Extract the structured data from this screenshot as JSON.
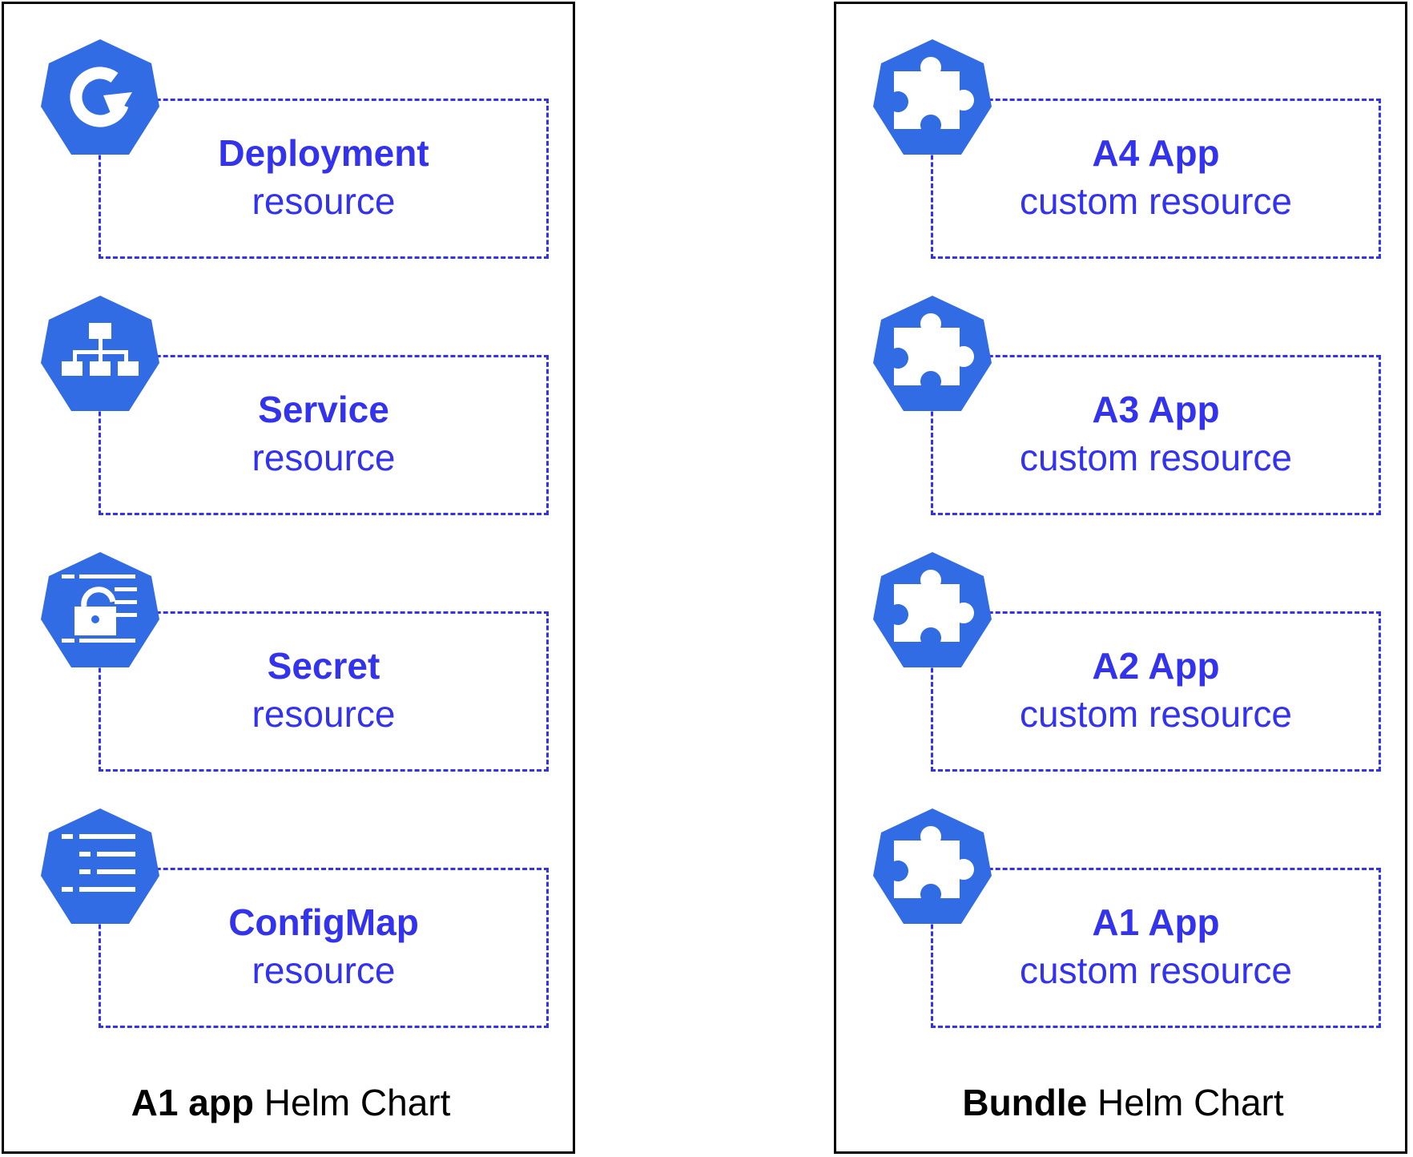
{
  "colors": {
    "accent": "#3333ee",
    "icon_blue": "#326ce5",
    "border": "#000000"
  },
  "left_panel": {
    "title_bold": "A1 app",
    "title_rest": " Helm Chart",
    "items": [
      {
        "icon": "deployment-icon",
        "name": "Deployment",
        "kind": "resource"
      },
      {
        "icon": "service-icon",
        "name": "Service",
        "kind": "resource"
      },
      {
        "icon": "secret-icon",
        "name": "Secret",
        "kind": "resource"
      },
      {
        "icon": "configmap-icon",
        "name": "ConfigMap",
        "kind": "resource"
      }
    ]
  },
  "right_panel": {
    "title_bold": "Bundle",
    "title_rest": " Helm Chart",
    "items": [
      {
        "icon": "puzzle-icon",
        "name": "A4 App",
        "kind": "custom resource"
      },
      {
        "icon": "puzzle-icon",
        "name": "A3 App",
        "kind": "custom resource"
      },
      {
        "icon": "puzzle-icon",
        "name": "A2 App",
        "kind": "custom resource"
      },
      {
        "icon": "puzzle-icon",
        "name": "A1 App",
        "kind": "custom resource"
      }
    ]
  }
}
